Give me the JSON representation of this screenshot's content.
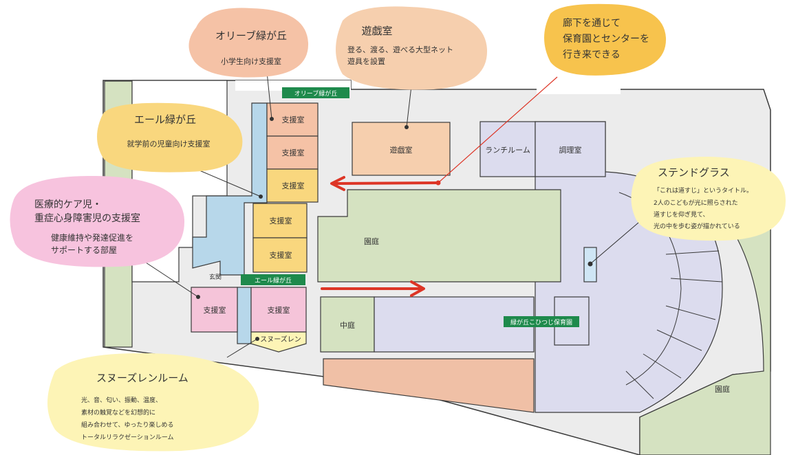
{
  "colors": {
    "outline": "#3a3a3a",
    "corridor": "#ececec",
    "garden": "#d5e2c1",
    "lavender": "#dcdcee",
    "pinkRoom": "#f5c4d9",
    "yellowRoom": "#f9d77e",
    "salmonRoom": "#f5c2a6",
    "playRoom": "#f6cfae",
    "blue": "#b7d7ea",
    "lightYellow": "#fdf4b6",
    "tagGreen": "#1e8a4c",
    "arrowRed": "#dd3526"
  },
  "rooms": {
    "olive_room_1": "支援室",
    "olive_room_2": "支援室",
    "yellow_room_1": "支援室",
    "yellow_room_2": "支援室",
    "yellow_room_3": "支援室",
    "pink_room_1": "支援室",
    "pink_room_2": "支援室",
    "play_room": "遊戯室",
    "lunch_room": "ランチルーム",
    "kitchen": "調理室",
    "garden_center": "園庭",
    "courtyard": "中庭",
    "garden_right": "園庭",
    "entrance": "玄関",
    "snoezelen": "スヌーズレン"
  },
  "tags": {
    "olive": "オリーブ緑が丘",
    "ale": "エール緑が丘",
    "nursery": "緑が丘こひつじ保育園"
  },
  "bubbles": {
    "olive": {
      "title": "オリーブ緑が丘",
      "lines": [
        "小学生向け支援室"
      ]
    },
    "playroom": {
      "title": "遊戯室",
      "lines": [
        "登る、渡る、遊べる大型ネット",
        "遊具を設置"
      ]
    },
    "corridor": {
      "lines": [
        "廊下を通じて",
        "保育園とセンターを",
        "行き来できる"
      ]
    },
    "ale": {
      "title": "エール緑が丘",
      "lines": [
        "就学前の児童向け支援室"
      ]
    },
    "medical": {
      "title_lines": [
        "医療的ケア児・",
        "重症心身障害児の支援室"
      ],
      "lines": [
        "健康維持や発達促進を",
        "サポートする部屋"
      ]
    },
    "stained": {
      "title": "ステンドグラス",
      "lines": [
        "「これは道すじ」というタイトル。",
        "2人のこどもが光に照らされた",
        "道すじを仰ぎ見て、",
        "光の中を歩む姿が描かれている"
      ]
    },
    "snoezelen": {
      "title": "スヌーズレンルーム",
      "lines": [
        "光、音、匂い、振動、温度、",
        "素材の触覚などを幻想的に",
        "組み合わせて、ゆったり楽しめる",
        "トータルリラクゼーションルーム"
      ]
    }
  }
}
